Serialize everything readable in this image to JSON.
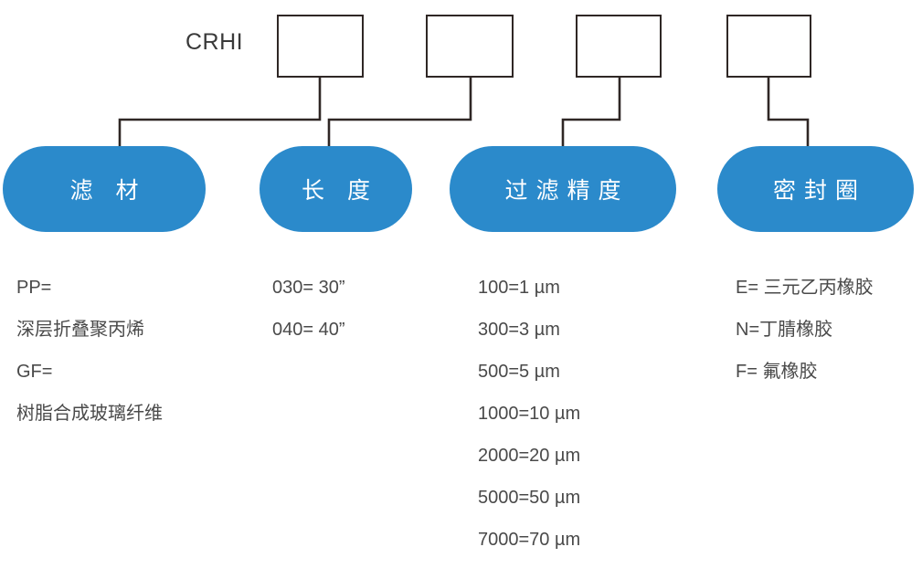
{
  "diagram": {
    "title_code": "CRHI",
    "accent_color": "#2b8acb",
    "line_color": "#2f2725",
    "text_color": "#4a4a4a",
    "code_boxes": [
      {
        "name": "code-box-1",
        "value": ""
      },
      {
        "name": "code-box-2",
        "value": ""
      },
      {
        "name": "code-box-3",
        "value": ""
      },
      {
        "name": "code-box-4",
        "value": ""
      }
    ],
    "categories": [
      {
        "id": "filter-material",
        "label": "滤 材",
        "options": [
          "PP=",
          "深层折叠聚丙烯",
          "GF=",
          "树脂合成玻璃纤维"
        ]
      },
      {
        "id": "length",
        "label": "长 度",
        "options": [
          "030= 30”",
          "040= 40”"
        ]
      },
      {
        "id": "filtration-precision",
        "label": "过滤精度",
        "options": [
          "100=1 µm",
          "300=3 µm",
          "500=5 µm",
          "1000=10 µm",
          "2000=20 µm",
          "5000=50 µm",
          "7000=70 µm"
        ]
      },
      {
        "id": "sealing-ring",
        "label": "密封圈",
        "options": [
          "E= 三元乙丙橡胶",
          "N=丁腈橡胶",
          "F= 氟橡胶"
        ]
      }
    ]
  }
}
